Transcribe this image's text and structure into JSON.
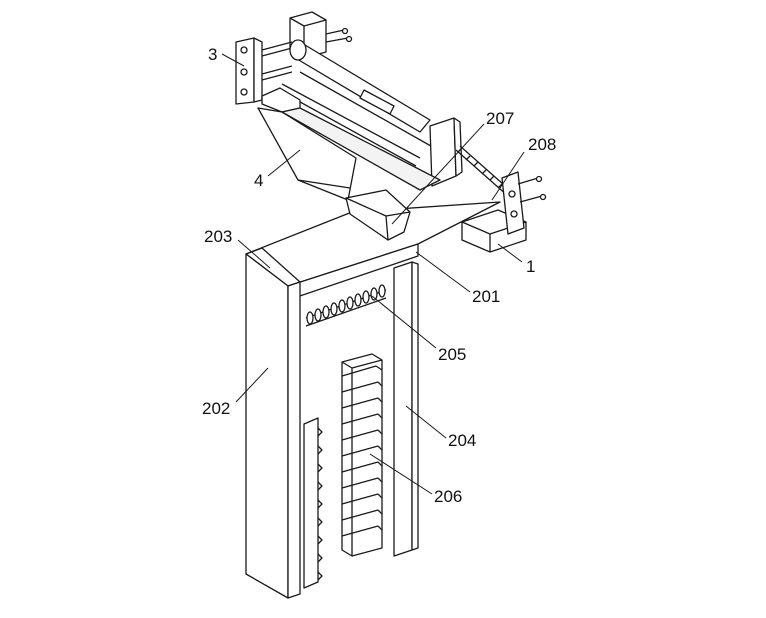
{
  "labels": {
    "l3": "3",
    "l4": "4",
    "l207": "207",
    "l208": "208",
    "l1": "1",
    "l203": "203",
    "l201": "201",
    "l205": "205",
    "l202": "202",
    "l204": "204",
    "l206": "206"
  }
}
